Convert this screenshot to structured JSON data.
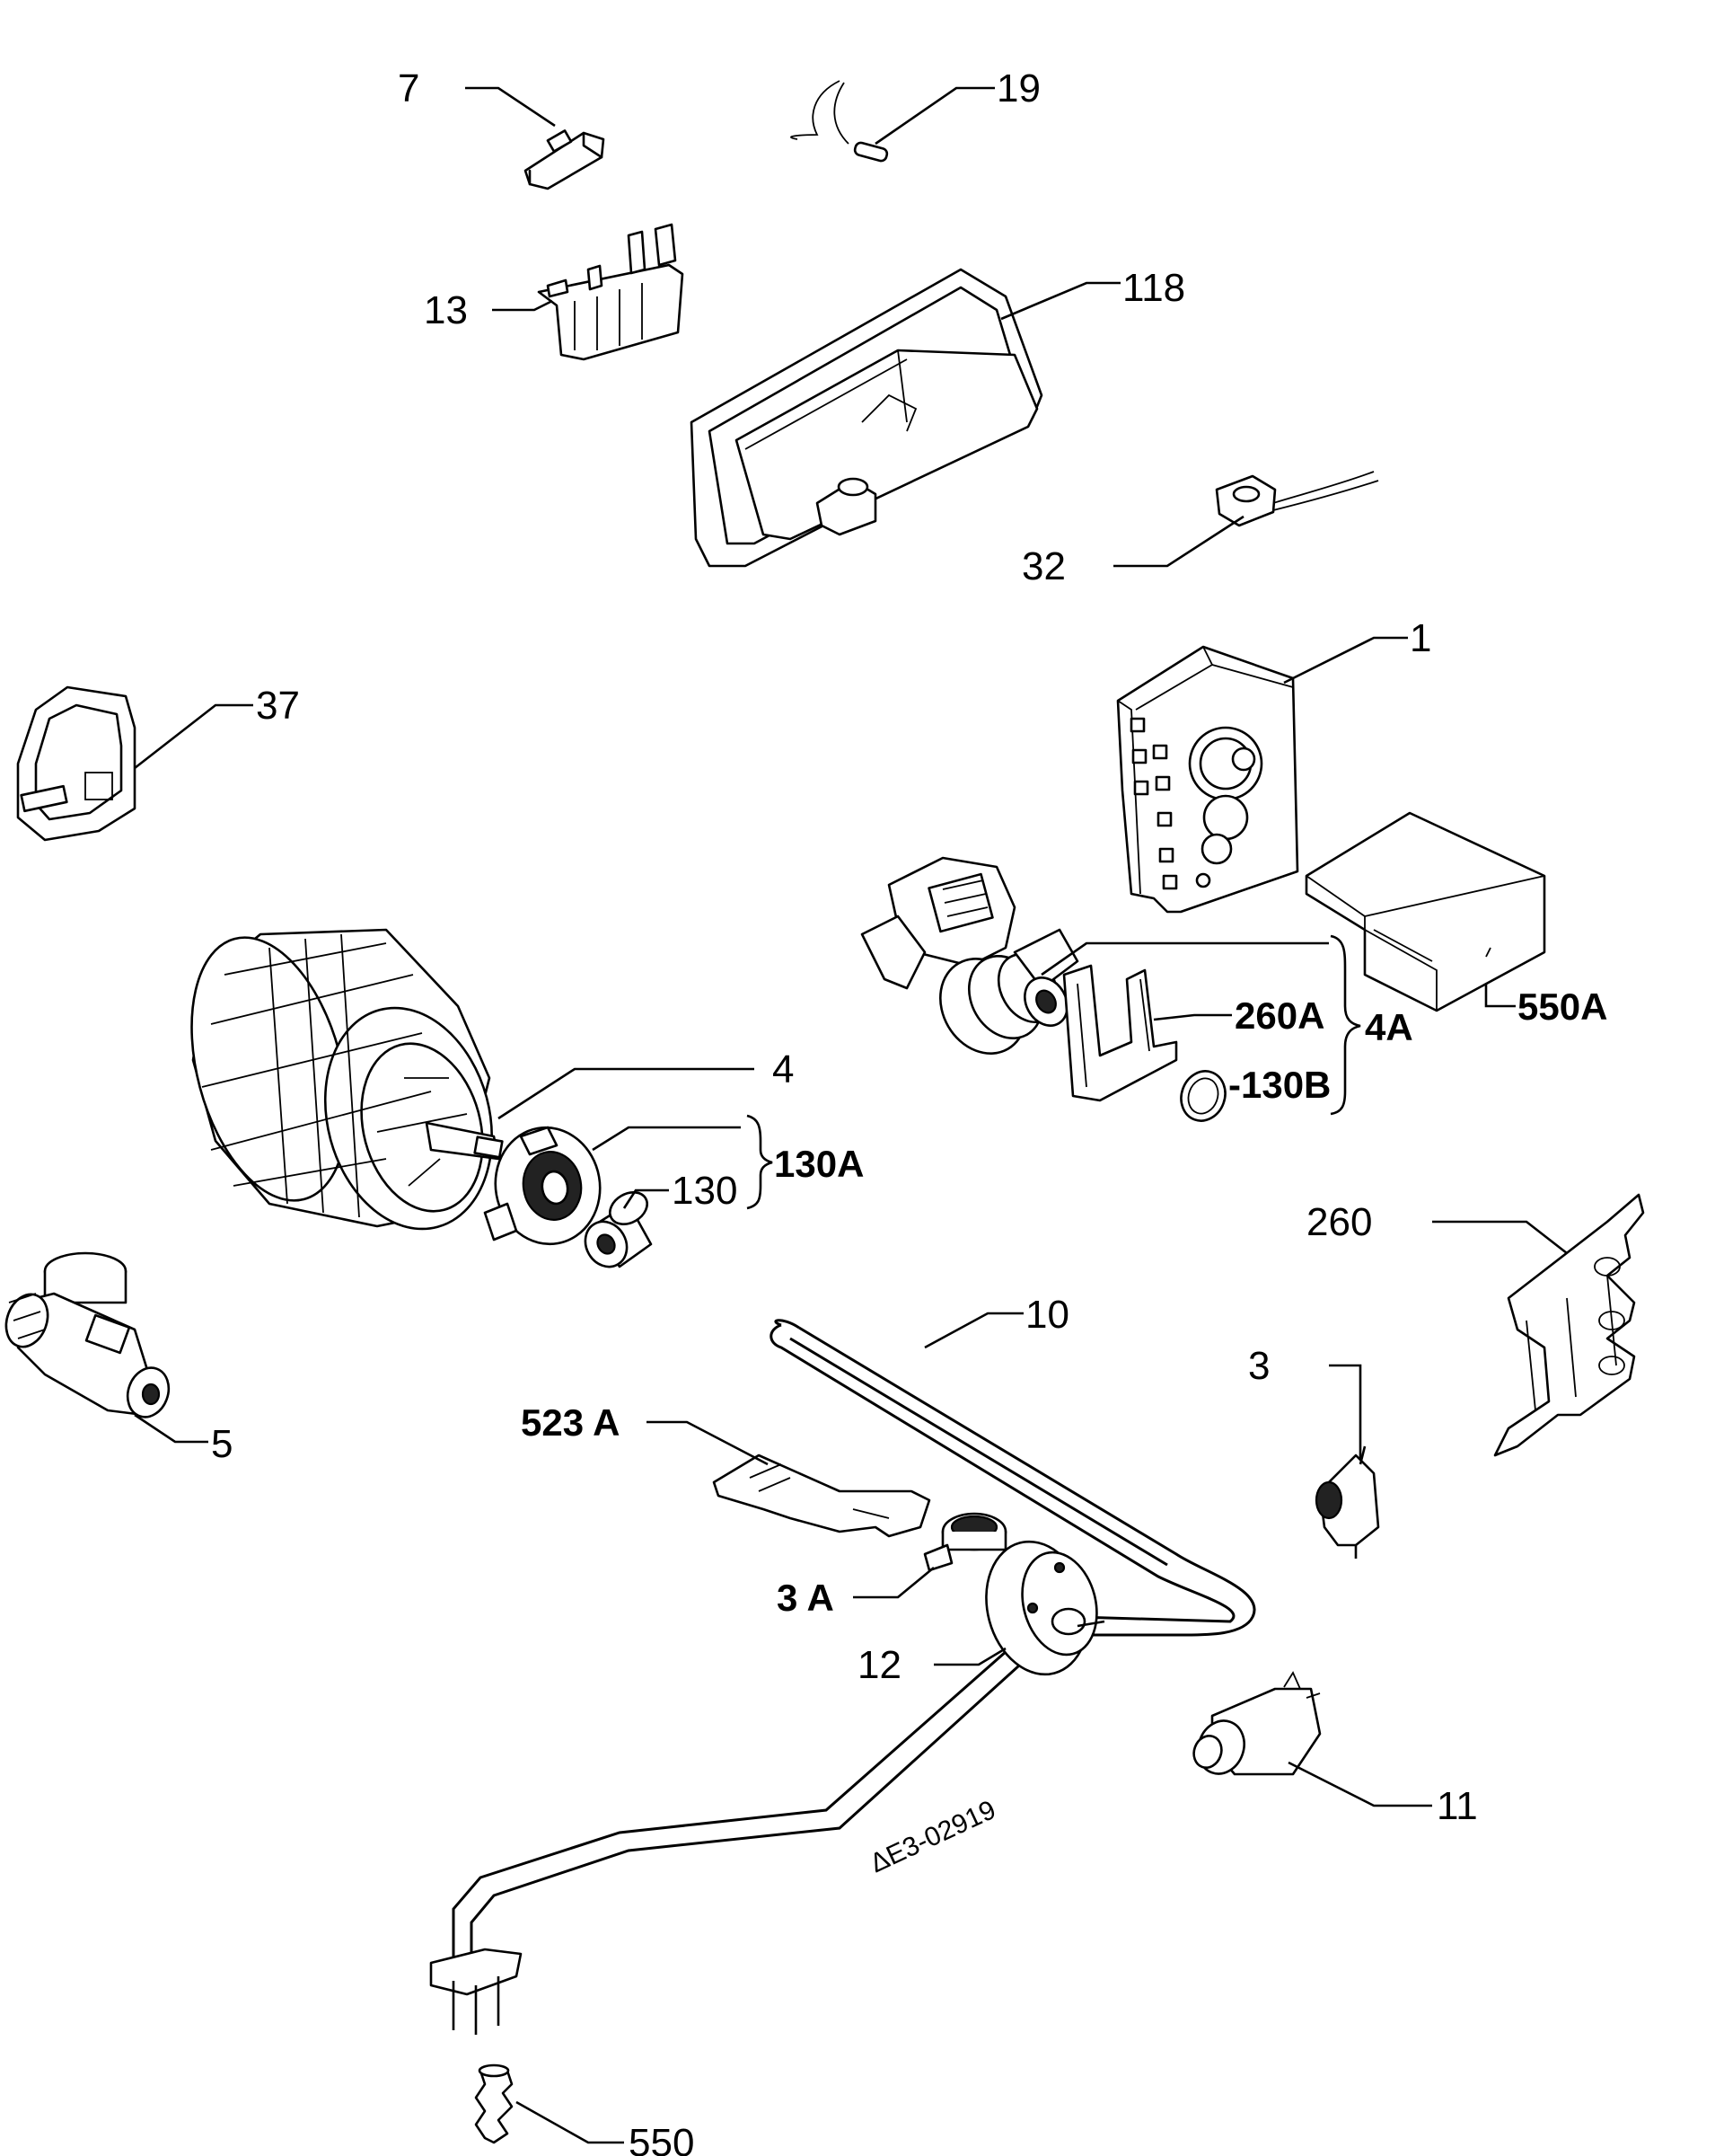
{
  "labels": {
    "p7": "7",
    "p19": "19",
    "p13": "13",
    "p118": "118",
    "p32": "32",
    "p37": "37",
    "p1": "1",
    "p260a": "260A",
    "p4a": "4A",
    "p550a": "550A",
    "p130b": "-130B",
    "p4": "4",
    "p130a": "130A",
    "p130": "130",
    "p260": "260",
    "p10": "10",
    "p3": "3",
    "p5": "5",
    "p523a": "523 A",
    "p3a": "3 A",
    "p12": "12",
    "p11": "11",
    "p550": "550",
    "drawing_code": "ΔE3-02919"
  }
}
